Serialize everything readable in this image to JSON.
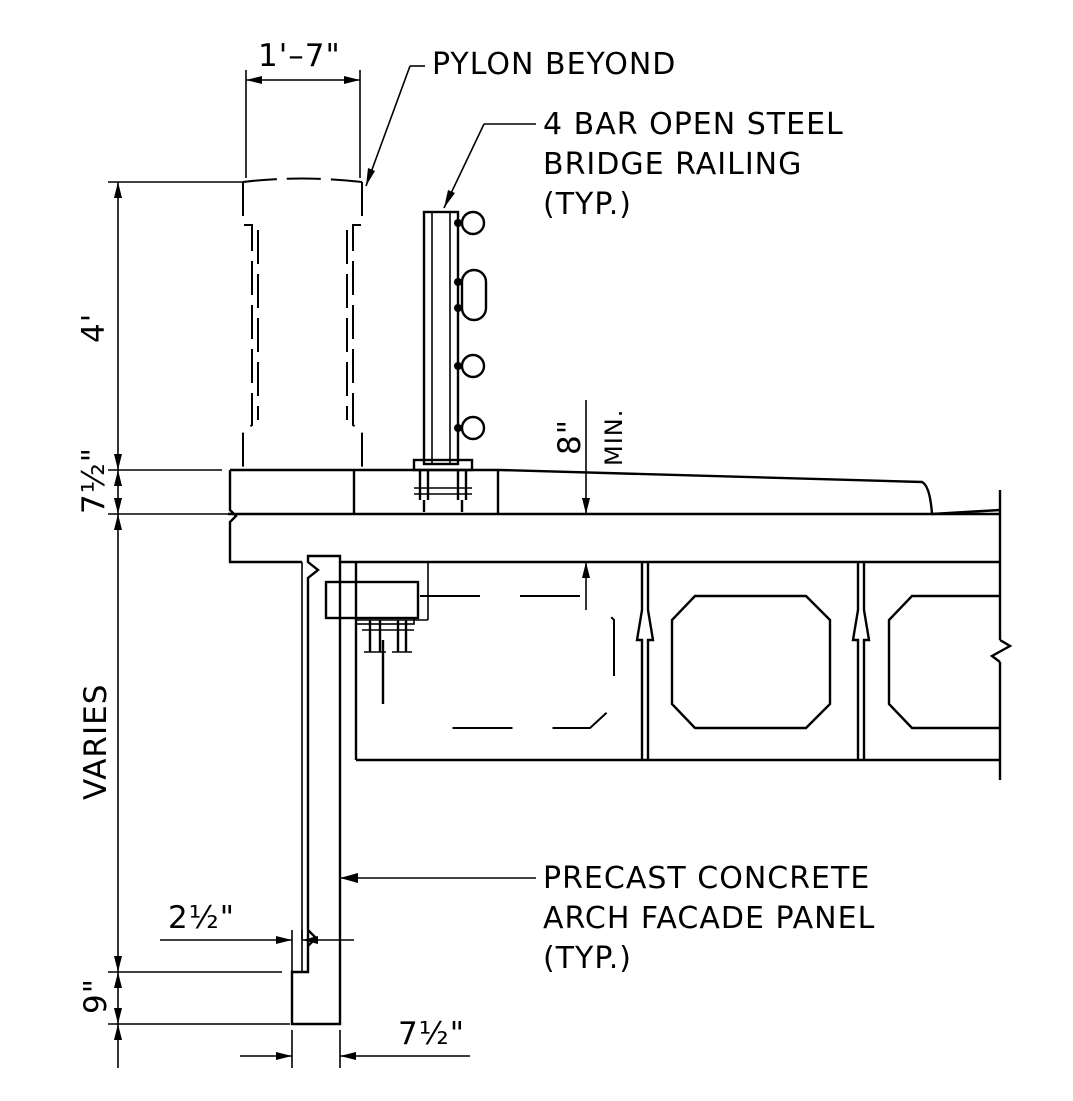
{
  "labels": {
    "pylon": "PYLON BEYOND",
    "railing_line1": "4 BAR OPEN STEEL",
    "railing_line2": "BRIDGE RAILING",
    "railing_line3": "(TYP.)",
    "panel_line1": "PRECAST CONCRETE",
    "panel_line2": "ARCH FACADE PANEL",
    "panel_line3": "(TYP.)"
  },
  "dimensions": {
    "pylon_width": "1'–7\"",
    "pylon_height": "4'",
    "slab_thickness": "7½\"",
    "clearance": "8\"",
    "clearance_note": "MIN.",
    "varies": "VARIES",
    "panel_offset": "2½\"",
    "panel_foot": "9\"",
    "panel_thickness": "7½\""
  }
}
